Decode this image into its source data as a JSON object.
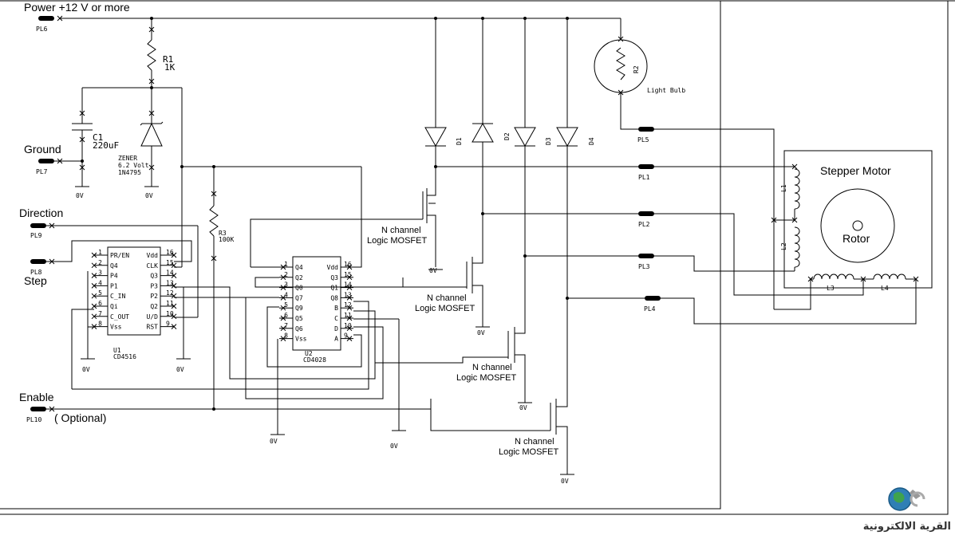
{
  "labels": {
    "power": "Power +12 V or more",
    "ground": "Ground",
    "direction": "Direction",
    "step": "Step",
    "enable": "Enable",
    "optional": "( Optional)",
    "stepper_motor": "Stepper Motor",
    "rotor": "Rotor",
    "light_bulb": "Light Bulb",
    "mosfet_line1": "N channel",
    "mosfet_line2": "Logic MOSFET",
    "zero_v": "0V"
  },
  "connectors": {
    "pl6": "PL6",
    "pl7": "PL7",
    "pl9": "PL9",
    "pl8": "PL8",
    "pl10": "PL10",
    "pl5": "PL5",
    "pl1": "PL1",
    "pl2": "PL2",
    "pl3": "PL3",
    "pl4": "PL4"
  },
  "components": {
    "r1_name": "R1",
    "r1_value": "1K",
    "r2_name": "R2",
    "r3_name": "R3",
    "r3_value": "100K",
    "c1_name": "C1",
    "c1_value": "220uF",
    "zener_line1": "ZENER",
    "zener_line2": "6.2 Volt",
    "zener_line3": "1N4795",
    "d1": "D1",
    "d2": "D2",
    "d3": "D3",
    "d4": "D4",
    "l1": "L1",
    "l2": "L2",
    "l3": "L3",
    "l4": "L4"
  },
  "u1": {
    "name": "U1",
    "part": "CD4516",
    "left_pins": [
      {
        "num": "1",
        "name": "PR/EN"
      },
      {
        "num": "2",
        "name": "Q4"
      },
      {
        "num": "3",
        "name": "P4"
      },
      {
        "num": "4",
        "name": "P1"
      },
      {
        "num": "5",
        "name": "C_IN"
      },
      {
        "num": "6",
        "name": "Qi"
      },
      {
        "num": "7",
        "name": "C_OUT"
      },
      {
        "num": "8",
        "name": "Vss"
      }
    ],
    "right_pins": [
      {
        "num": "16",
        "name": "Vdd"
      },
      {
        "num": "15",
        "name": "CLK"
      },
      {
        "num": "14",
        "name": "Q3"
      },
      {
        "num": "13",
        "name": "P3"
      },
      {
        "num": "12",
        "name": "P2"
      },
      {
        "num": "11",
        "name": "Q2"
      },
      {
        "num": "10",
        "name": "U/D"
      },
      {
        "num": "9",
        "name": "RST"
      }
    ]
  },
  "u2": {
    "name": "U2",
    "part": "CD4028",
    "left_pins": [
      {
        "num": "1",
        "name": "Q4"
      },
      {
        "num": "2",
        "name": "Q2"
      },
      {
        "num": "3",
        "name": "Q0"
      },
      {
        "num": "4",
        "name": "Q7"
      },
      {
        "num": "5",
        "name": "Q9"
      },
      {
        "num": "6",
        "name": "Q5"
      },
      {
        "num": "7",
        "name": "Q6"
      },
      {
        "num": "8",
        "name": "Vss"
      }
    ],
    "right_pins": [
      {
        "num": "16",
        "name": "Vdd"
      },
      {
        "num": "15",
        "name": "Q3"
      },
      {
        "num": "14",
        "name": "Q1"
      },
      {
        "num": "13",
        "name": "Q8"
      },
      {
        "num": "12",
        "name": "B"
      },
      {
        "num": "11",
        "name": "C"
      },
      {
        "num": "10",
        "name": "D"
      },
      {
        "num": "9",
        "name": "A"
      }
    ]
  },
  "logo": {
    "text": "القرية الالكترونية"
  }
}
